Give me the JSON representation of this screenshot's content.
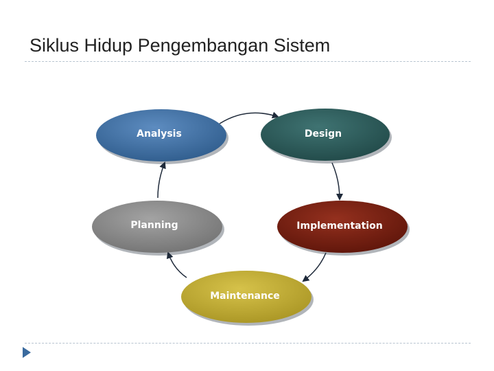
{
  "slide": {
    "title": "Siklus Hidup Pengembangan Sistem"
  },
  "diagram": {
    "nodes": [
      {
        "id": "analysis",
        "label": "Analysis",
        "color": "#3a6a9e"
      },
      {
        "id": "design",
        "label": "Design",
        "color": "#275655"
      },
      {
        "id": "implementation",
        "label": "Implementation",
        "color": "#721d0f"
      },
      {
        "id": "maintenance",
        "label": "Maintenance",
        "color": "#c2ad2b"
      },
      {
        "id": "planning",
        "label": "Planning",
        "color": "#8a8a8a"
      }
    ],
    "flow": [
      "analysis",
      "design",
      "implementation",
      "maintenance",
      "planning",
      "analysis"
    ]
  },
  "colors": {
    "divider": "#b7c3cf",
    "corner_arrow": "#3a6a9e",
    "arrow": "#1f2a3a"
  }
}
